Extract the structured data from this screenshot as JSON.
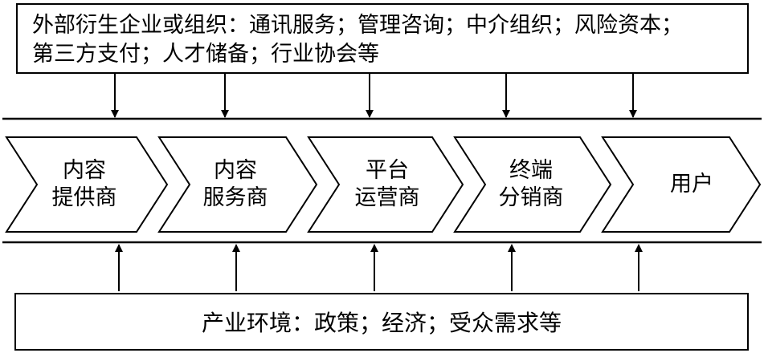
{
  "top_box": {
    "line1": "外部衍生企业或组织：通讯服务；管理咨询；中介组织；风险资本；",
    "line2": "第三方支付；人才储备；行业协会等"
  },
  "chain": [
    {
      "line1": "内容",
      "line2": "提供商"
    },
    {
      "line1": "内容",
      "line2": "服务商"
    },
    {
      "line1": "平台",
      "line2": "运营商"
    },
    {
      "line1": "终端",
      "line2": "分销商"
    },
    {
      "line1": "用户",
      "line2": ""
    }
  ],
  "bottom_box": {
    "text": "产业环境：政策；经济；受众需求等"
  },
  "colors": {
    "line": "#000000",
    "background": "#ffffff"
  }
}
